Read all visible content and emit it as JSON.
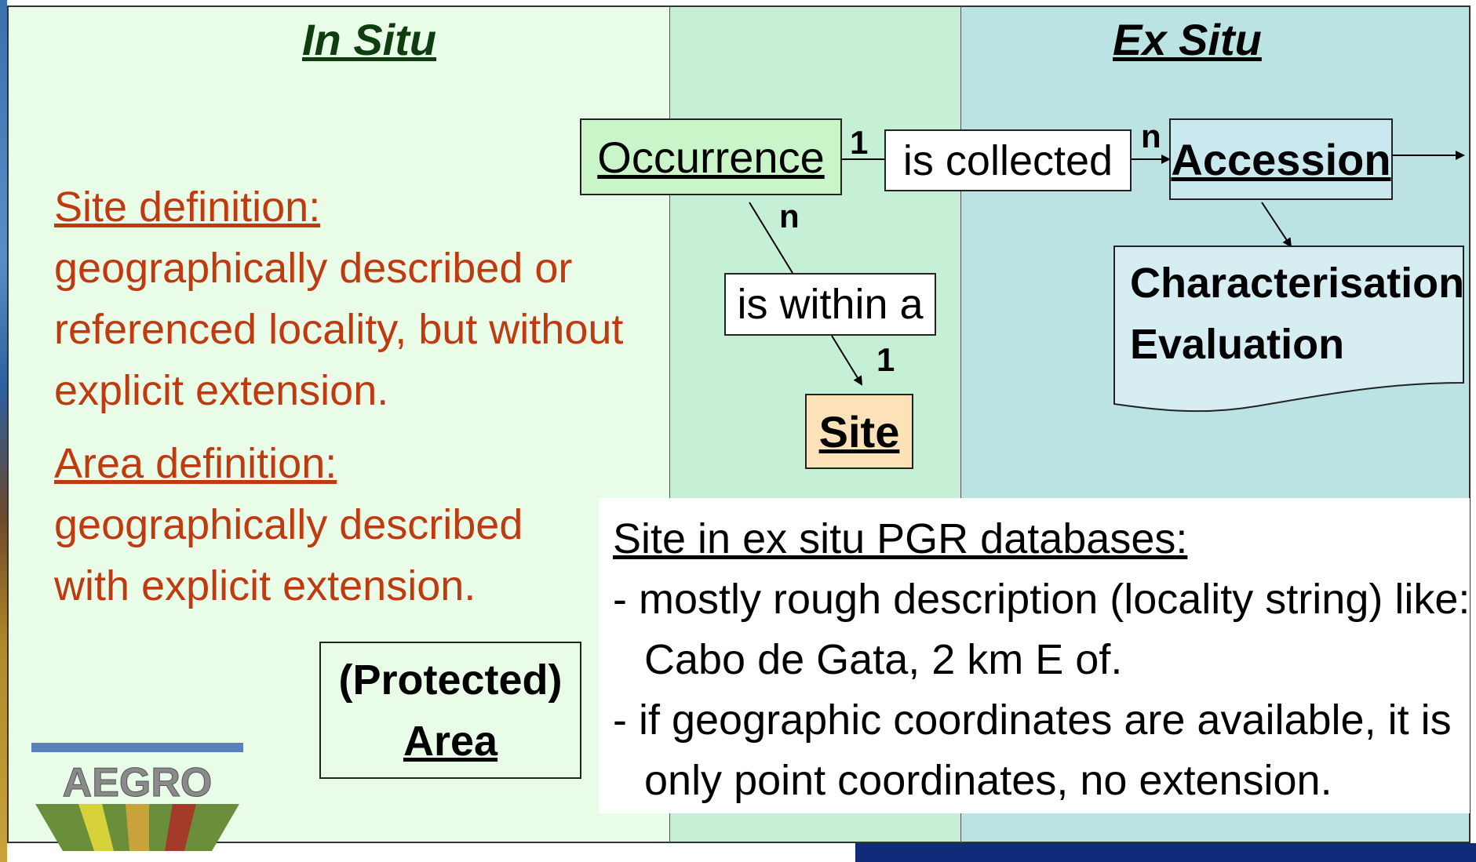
{
  "headings": {
    "in_situ": "In Situ",
    "ex_situ": "Ex Situ"
  },
  "entities": {
    "occurrence": "Occurrence",
    "is_collected": "is collected",
    "accession": "Accession",
    "is_within": "is within a",
    "site": "Site",
    "protected_line1": "(Protected)",
    "protected_line2": "Area",
    "char_line1": "Characterisation",
    "char_line2": "Evaluation"
  },
  "cardinalities": {
    "occ_collected": "1",
    "collected_acc": "n",
    "occ_within": "n",
    "within_site": "1"
  },
  "definitions": {
    "site_title": "Site definition:",
    "site_lines": [
      "geographically described or",
      "referenced locality, but without",
      "explicit extension."
    ],
    "area_title": "Area definition:",
    "area_lines": [
      "geographically described",
      "with explicit extension."
    ]
  },
  "note": {
    "title": "Site in ex situ PGR databases:",
    "line1": "- mostly rough description (locality string) like:",
    "line2": "Cabo de Gata, 2 km E of.",
    "line3": "- if geographic coordinates are available, it is",
    "line4": "only point coordinates, no extension."
  },
  "logo": {
    "text": "AEGRO"
  },
  "colors": {
    "in_situ_bg": "#e8fce8",
    "middle_bg": "#c5f0d6",
    "ex_situ_bg": "#bce3e3",
    "definition_text": "#c03a10"
  }
}
